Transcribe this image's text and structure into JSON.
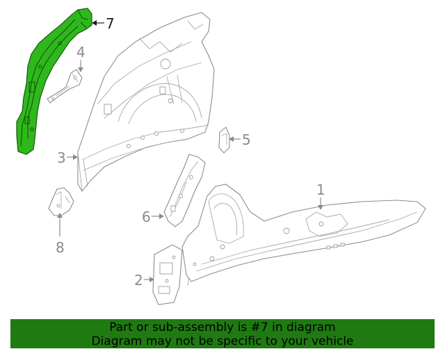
{
  "diagram": {
    "callouts": {
      "c1": "1",
      "c2": "2",
      "c3": "3",
      "c4": "4",
      "c5": "5",
      "c6": "6",
      "c7": "7",
      "c8": "8"
    },
    "highlighted_part": "7",
    "highlight_color": "#2fb81c"
  },
  "banner": {
    "line1": "Part or sub-assembly is #7 in diagram",
    "line2": "Diagram may not be specific to your vehicle",
    "background": "#1f7a12"
  }
}
